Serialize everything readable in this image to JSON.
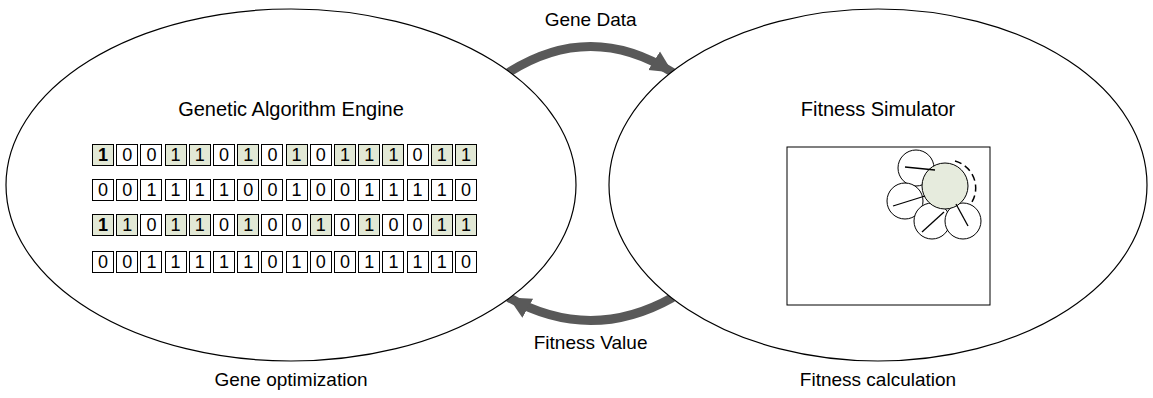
{
  "diagram": {
    "nodes": [
      {
        "text": [
          "Genetic Algorithm Engine"
        ]
      },
      {
        "text": [
          "Fitness Simulator"
        ]
      }
    ],
    "edges": [
      {
        "from": 0,
        "to": 1,
        "arrow": "to",
        "label": "Gene Data"
      },
      {
        "from": 1,
        "to": 0,
        "arrow": "to",
        "label": "Fitness Value"
      }
    ],
    "labels": [
      "Gene optimization",
      "Fitness calculation",
      "1",
      "0",
      "0",
      "1",
      "1",
      "0",
      "1",
      "0",
      "1",
      "0",
      "1",
      "1",
      "1",
      "0",
      "1",
      "1",
      "0",
      "0",
      "1",
      "1",
      "1",
      "1",
      "0",
      "0",
      "1",
      "0",
      "0",
      "1",
      "1",
      "1",
      "1",
      "0",
      "1",
      "1",
      "0",
      "1",
      "1",
      "0",
      "1",
      "0",
      "0",
      "1",
      "0",
      "1",
      "0",
      "0",
      "1",
      "1",
      "0",
      "0",
      "1",
      "1",
      "1",
      "1",
      "1",
      "0",
      "1",
      "0",
      "0",
      "1",
      "1",
      "1",
      "1",
      "0"
    ]
  }
}
